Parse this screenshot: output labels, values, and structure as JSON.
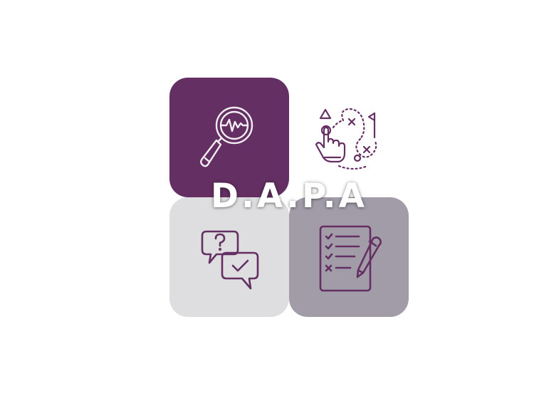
{
  "logo": {
    "wordmark": "D.A.P.A"
  },
  "tiles": [
    {
      "id": "analyze",
      "icon": "magnifier-pulse-icon",
      "color": "#642f62"
    },
    {
      "id": "plan",
      "icon": "strategy-map-icon",
      "color": "#ffffff"
    },
    {
      "id": "discuss",
      "icon": "question-chat-icon",
      "color": "#dedddf"
    },
    {
      "id": "assess",
      "icon": "checklist-pencil-icon",
      "color": "#a29ca9"
    }
  ],
  "colors": {
    "accent": "#642f62",
    "icon_light": "#f3eef3",
    "background": "#ffffff"
  }
}
